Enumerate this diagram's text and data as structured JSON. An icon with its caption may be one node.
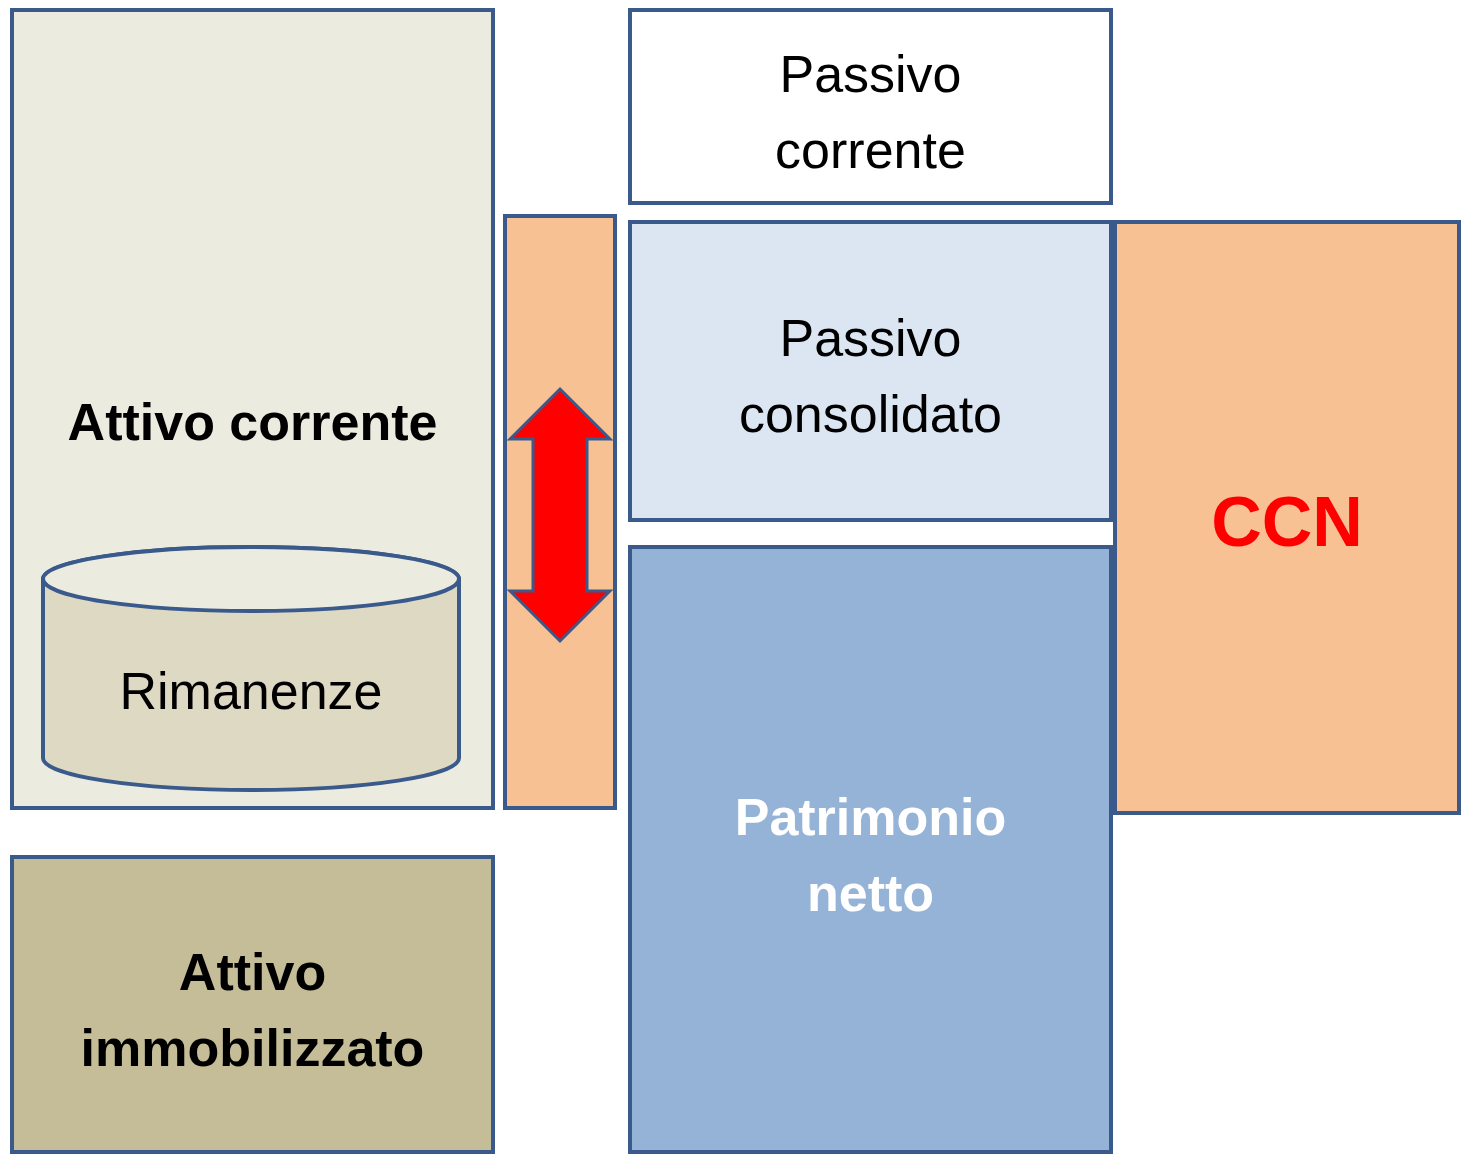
{
  "diagram": {
    "nodes": [
      {
        "text": [
          "Attivo corrente"
        ]
      },
      {
        "text": [
          "Rimanenze"
        ],
        "in": 0
      },
      {
        "text": [],
        "shape": "bar"
      },
      {
        "text": [
          "Attivo immobilizzato"
        ]
      },
      {
        "text": [
          "Passivo corrente"
        ]
      },
      {
        "text": [
          "Passivo consolidato"
        ]
      },
      {
        "text": [
          "Patrimonio netto"
        ]
      },
      {
        "text": [
          "CCN"
        ]
      }
    ]
  }
}
